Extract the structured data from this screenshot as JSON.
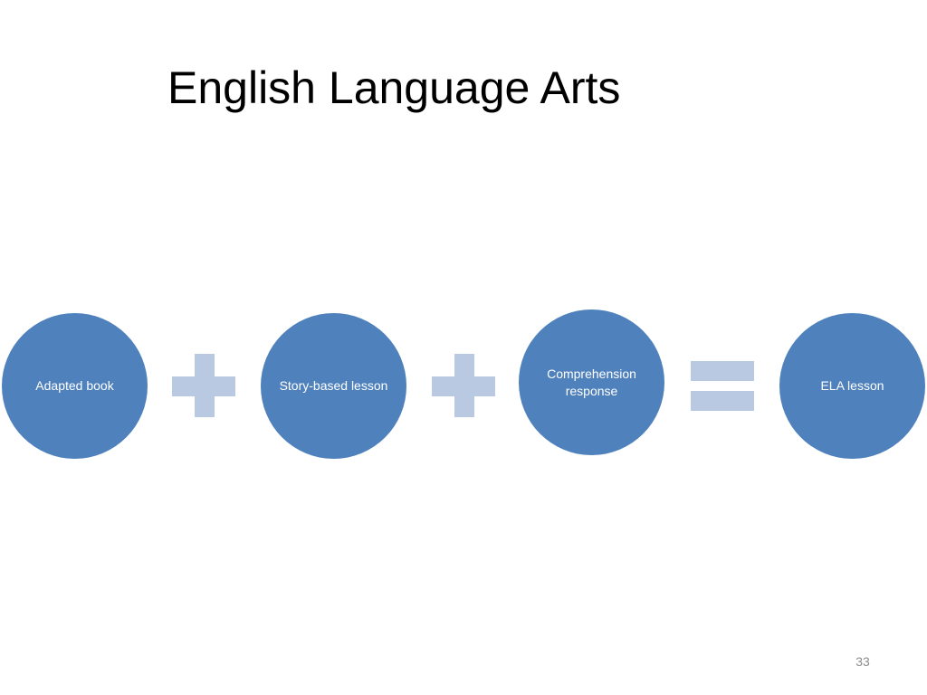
{
  "slide": {
    "title": "English Language Arts",
    "page_number": "33"
  },
  "diagram": {
    "fill_color": "#4f81bd",
    "operator_color": "#b9c9e1",
    "steps": [
      {
        "label": "Adapted book"
      },
      {
        "label": "Story-based lesson"
      },
      {
        "label": "Comprehension response"
      },
      {
        "label": "ELA lesson"
      }
    ],
    "operators": [
      "plus-icon",
      "plus-icon",
      "equals-icon"
    ]
  }
}
